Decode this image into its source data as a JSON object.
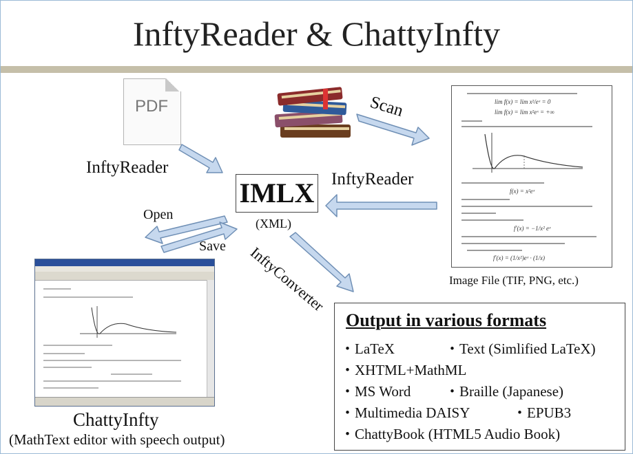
{
  "title": "InftyReader & ChattyInfty",
  "pdf_icon_label": "PDF",
  "center": {
    "box_label": "IMLX",
    "format_label": "(XML)"
  },
  "arrows": {
    "scan": "Scan",
    "inftyreader_left": "InftyReader",
    "inftyreader_right": "InftyReader",
    "open": "Open",
    "save": "Save",
    "converter": "InftyConverter"
  },
  "image_file": {
    "caption": "Image File (TIF, PNG, etc.)"
  },
  "chattyinfty": {
    "name": "ChattyInfty",
    "description": "(MathText editor with speech output)"
  },
  "output": {
    "title": "Output in various formats",
    "items": [
      "・LaTeX",
      "・Text (Simlified LaTeX)",
      "・XHTML+MathML",
      "・MS Word",
      "・Braille (Japanese)",
      "・Multimedia DAISY",
      "・EPUB3",
      "・ChattyBook (HTML5 Audio Book)"
    ]
  },
  "colors": {
    "arrow_fill": "#c6d8ee",
    "arrow_stroke": "#6f8fb5",
    "title_rule": "#c5bfa9",
    "slide_border": "#9bbad6"
  },
  "icons": {
    "books": "stack-of-books-icon",
    "pdf": "pdf-document-icon"
  }
}
